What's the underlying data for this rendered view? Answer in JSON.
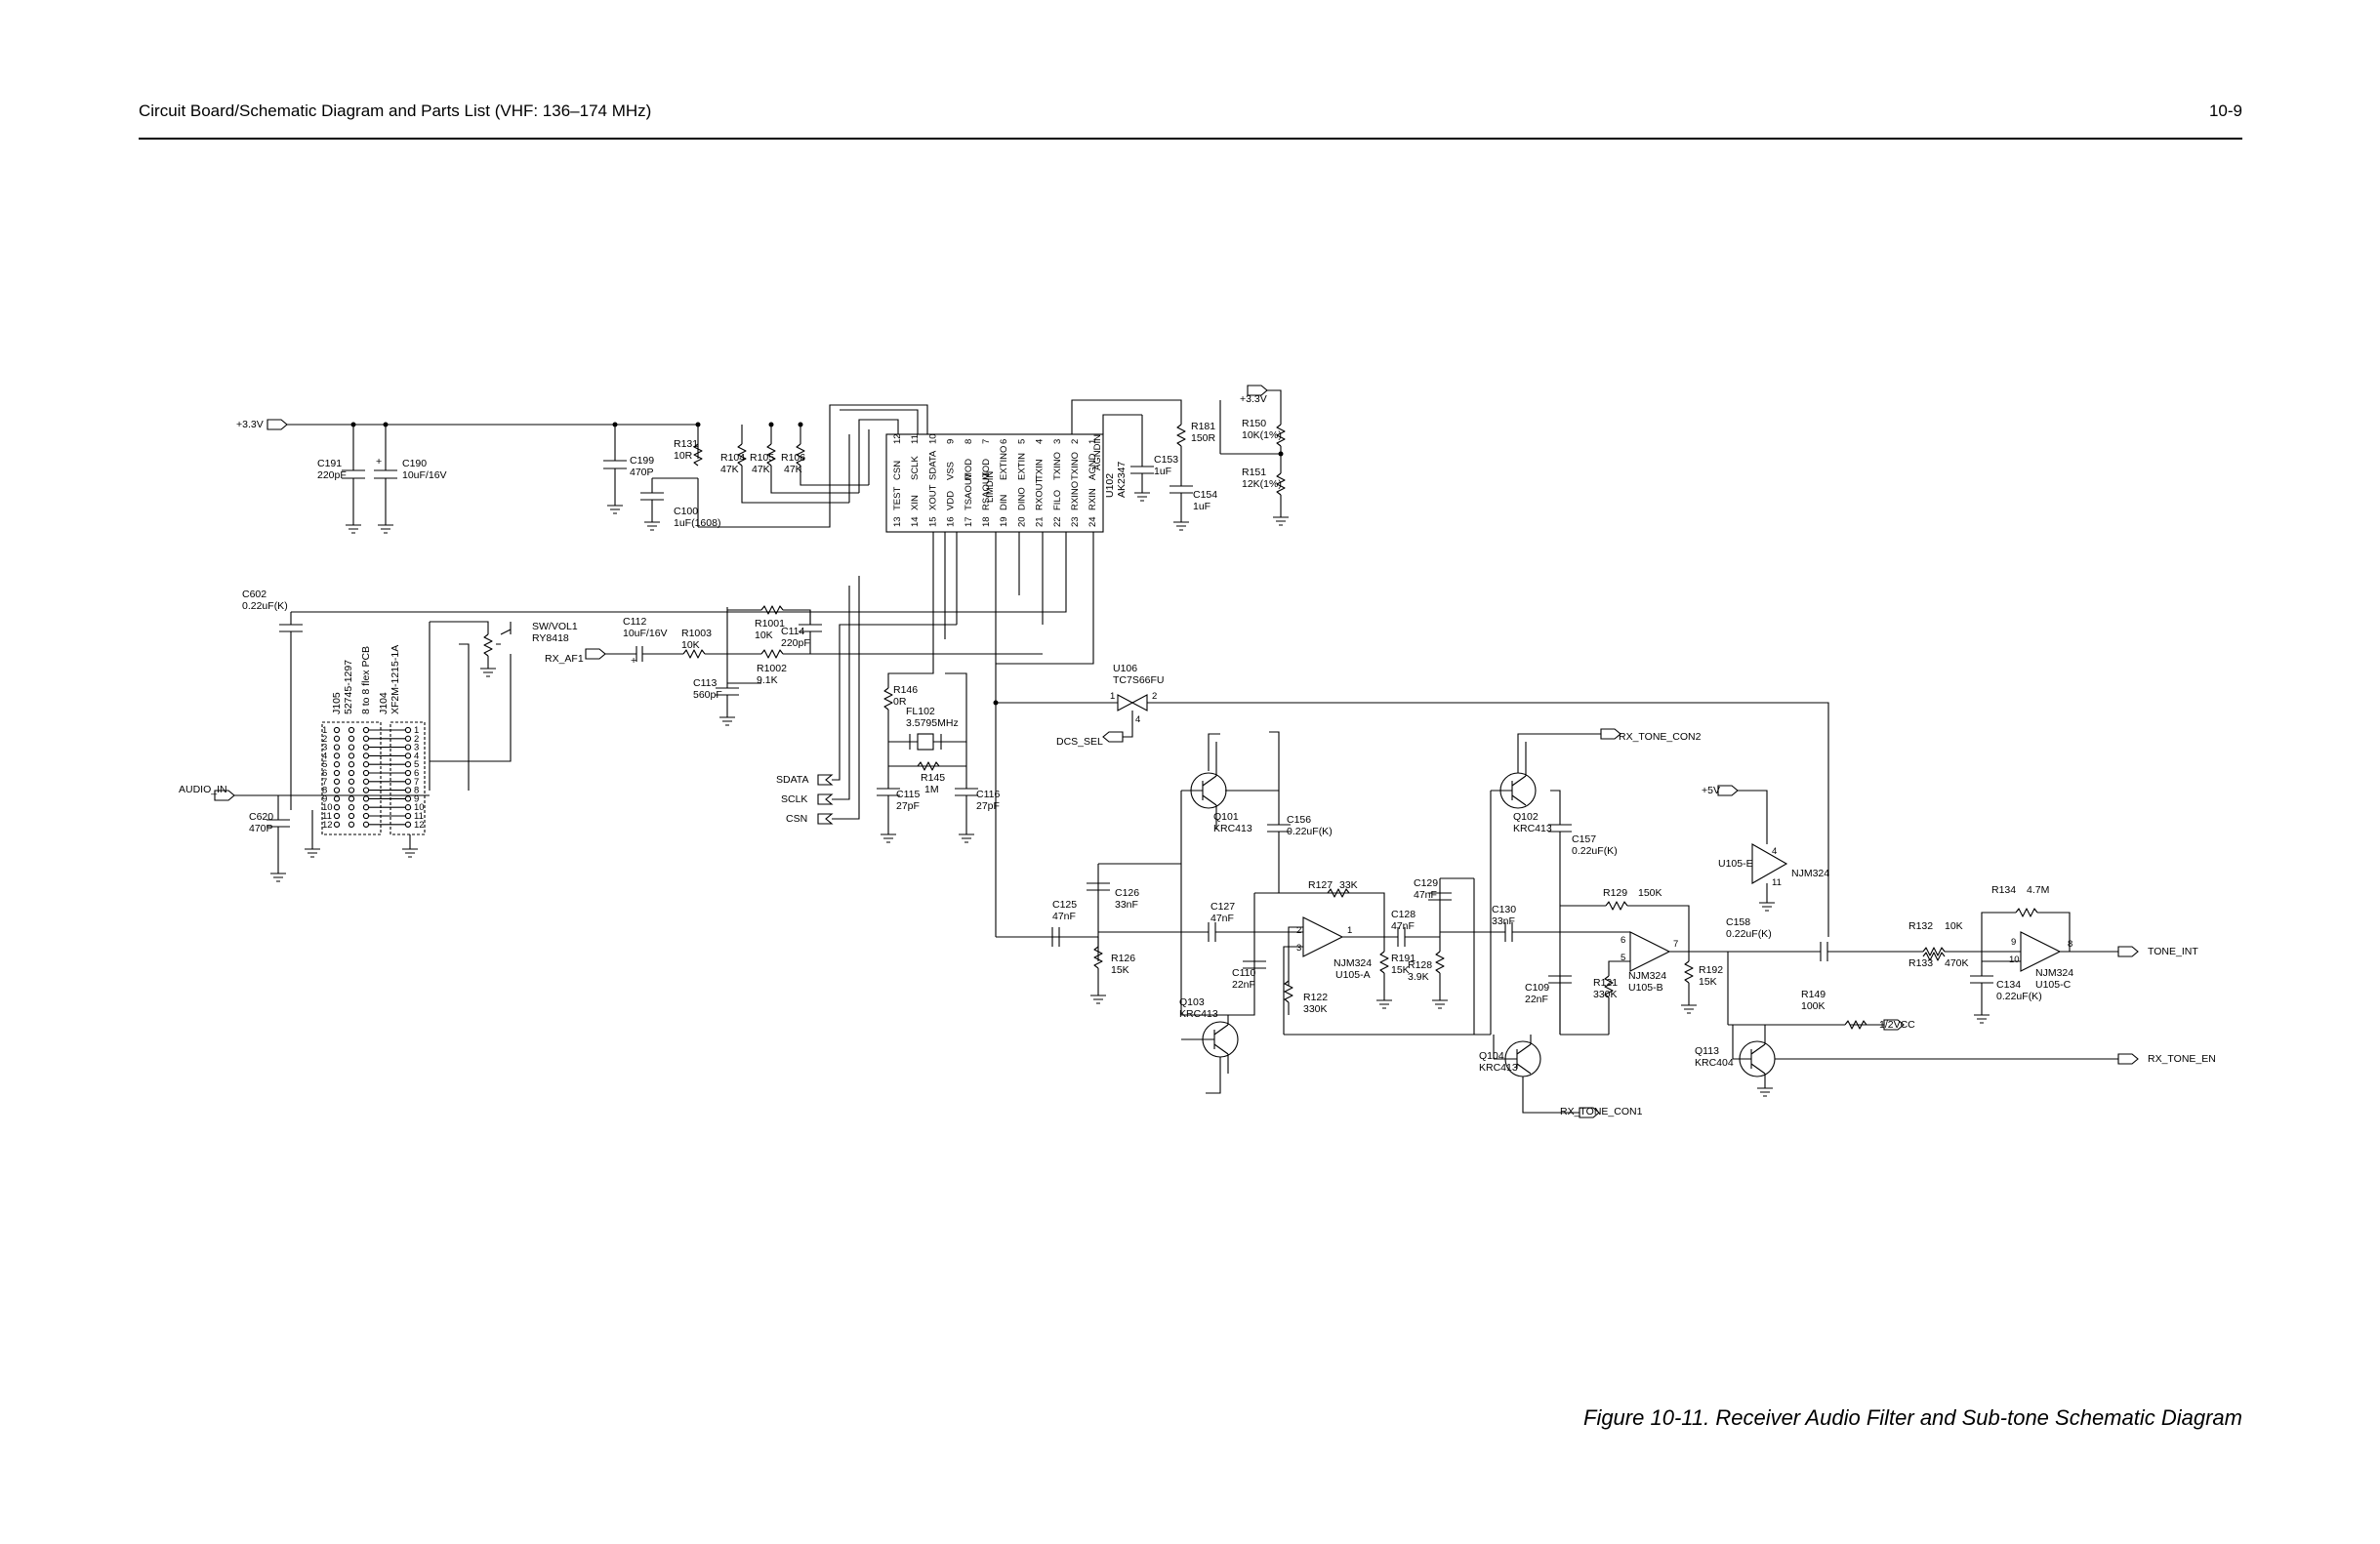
{
  "header": {
    "title": "Circuit Board/Schematic Diagram and Parts List (VHF: 136–174 MHz)",
    "page_number": "10-9"
  },
  "caption": "Figure 10-11. Receiver Audio Filter and Sub-tone Schematic Diagram",
  "ports": {
    "v33_main": "+3.3V",
    "v33_top": "+3.3V",
    "rx_af1": "RX_AF1",
    "audio_in": "AUDIO_IN",
    "sdata": "SDATA",
    "sclk": "SCLK",
    "csn": "CSN",
    "dcs_sel": "DCS_SEL",
    "rx_tone_con2": "RX_TONE_CON2",
    "rx_tone_con1": "RX_TONE_CON1",
    "plus5v": "+5V",
    "tone_int": "TONE_INT",
    "half_vcc": "1/2VCC",
    "rx_tone_en": "RX_TONE_EN"
  },
  "components": {
    "c191": {
      "ref": "C191",
      "value": "220pF"
    },
    "c190": {
      "ref": "C190",
      "value": "10uF/16V"
    },
    "c199": {
      "ref": "C199",
      "value": "470P"
    },
    "r131": {
      "ref": "R131",
      "value": "10R"
    },
    "r104": {
      "ref": "R104",
      "value": "47K"
    },
    "r105": {
      "ref": "R105",
      "value": "47K"
    },
    "r106": {
      "ref": "R106",
      "value": "47K"
    },
    "c100": {
      "ref": "C100",
      "value": "1uF(1608)"
    },
    "u102": {
      "ref": "U102",
      "value": "AK2347"
    },
    "r181": {
      "ref": "R181",
      "value": "150R"
    },
    "c153": {
      "ref": "C153",
      "value": "1uF"
    },
    "c154": {
      "ref": "C154",
      "value": "1uF"
    },
    "r150": {
      "ref": "R150",
      "value": "10K(1%)"
    },
    "r151": {
      "ref": "R151",
      "value": "12K(1%)"
    },
    "c602": {
      "ref": "C602",
      "value": "0.22uF(K)"
    },
    "sw_vol1": {
      "ref": "SW/VOL1",
      "value": "RY8418"
    },
    "c112": {
      "ref": "C112",
      "value": "10uF/16V"
    },
    "r1003": {
      "ref": "R1003",
      "value": "10K"
    },
    "r1001": {
      "ref": "R1001",
      "value": "10K"
    },
    "c114": {
      "ref": "C114",
      "value": "220pF"
    },
    "r1002": {
      "ref": "R1002",
      "value": "9.1K"
    },
    "c113": {
      "ref": "C113",
      "value": "560pF"
    },
    "j105": {
      "ref": "J105",
      "value": "52745-1297"
    },
    "j104": {
      "ref": "J104",
      "value": "XF2M-1215-1A"
    },
    "j_note": "8 to 8 flex PCB",
    "c620": {
      "ref": "C620",
      "value": "470P"
    },
    "r146": {
      "ref": "R146",
      "value": "0R"
    },
    "fl102": {
      "ref": "FL102",
      "value": "3.5795MHz"
    },
    "r145": {
      "ref": "R145",
      "value": "1M"
    },
    "c115": {
      "ref": "C115",
      "value": "27pF"
    },
    "c116": {
      "ref": "C116",
      "value": "27pF"
    },
    "u106": {
      "ref": "U106",
      "value": "TC7S66FU"
    },
    "q101": {
      "ref": "Q101",
      "value": "KRC413"
    },
    "q102": {
      "ref": "Q102",
      "value": "KRC413"
    },
    "q103": {
      "ref": "Q103",
      "value": "KRC413"
    },
    "q104": {
      "ref": "Q104",
      "value": "KRC413"
    },
    "q113": {
      "ref": "Q113",
      "value": "KRC404"
    },
    "c156": {
      "ref": "C156",
      "value": "0.22uF(K)"
    },
    "c157": {
      "ref": "C157",
      "value": "0.22uF(K)"
    },
    "c125": {
      "ref": "C125",
      "value": "47nF"
    },
    "c126": {
      "ref": "C126",
      "value": "33nF"
    },
    "r126": {
      "ref": "R126",
      "value": "15K"
    },
    "c127": {
      "ref": "C127",
      "value": "47nF"
    },
    "c110": {
      "ref": "C110",
      "value": "22nF"
    },
    "r127": {
      "ref": "R127",
      "value": "33K"
    },
    "r122": {
      "ref": "R122",
      "value": "330K"
    },
    "u105a": {
      "ref": "U105-A",
      "value": "NJM324"
    },
    "r191": {
      "ref": "R191",
      "value": "15K"
    },
    "c129": {
      "ref": "C129",
      "value": "47nF"
    },
    "c128": {
      "ref": "C128",
      "value": "47nF"
    },
    "r128": {
      "ref": "R128",
      "value": "3.9K"
    },
    "c130": {
      "ref": "C130",
      "value": "33nF"
    },
    "c109": {
      "ref": "C109",
      "value": "22nF"
    },
    "r129": {
      "ref": "R129",
      "value": "150K"
    },
    "r121": {
      "ref": "R121",
      "value": "330K"
    },
    "u105b": {
      "ref": "U105-B",
      "value": "NJM324"
    },
    "r192": {
      "ref": "R192",
      "value": "15K"
    },
    "u105e": {
      "ref": "U105-E",
      "value": "NJM324"
    },
    "c158": {
      "ref": "C158",
      "value": "0.22uF(K)"
    },
    "r149": {
      "ref": "R149",
      "value": "100K"
    },
    "r132": {
      "ref": "R132",
      "value": "10K"
    },
    "r133": {
      "ref": "R133",
      "value": "470K"
    },
    "r134": {
      "ref": "R134",
      "value": "4.7M"
    },
    "c134": {
      "ref": "C134",
      "value": "0.22uF(K)"
    },
    "u105c": {
      "ref": "U105-C",
      "value": "NJM324"
    }
  },
  "ic_u102": {
    "top_pins": [
      {
        "num": "12",
        "name": "CSN"
      },
      {
        "num": "11",
        "name": "SCLK"
      },
      {
        "num": "10",
        "name": "SDATA"
      },
      {
        "num": "9",
        "name": "VSS"
      },
      {
        "num": "8",
        "name": "MOD"
      },
      {
        "num": "7",
        "name": "MOD"
      },
      {
        "num": "6",
        "name": "EXTINO"
      },
      {
        "num": "5",
        "name": "EXTIN"
      },
      {
        "num": "4",
        "name": "TXIN"
      },
      {
        "num": "3",
        "name": "TXINO"
      },
      {
        "num": "2",
        "name": "TXINO"
      },
      {
        "num": "1",
        "name": "AGND"
      }
    ],
    "bottom_pins": [
      {
        "num": "13",
        "name": "TEST"
      },
      {
        "num": "14",
        "name": "XIN"
      },
      {
        "num": "15",
        "name": "XOUT"
      },
      {
        "num": "16",
        "name": "VDD"
      },
      {
        "num": "17",
        "name": "TSAOUT"
      },
      {
        "num": "18",
        "name": "RSAOUT"
      },
      {
        "num": "19",
        "name": "DIN"
      },
      {
        "num": "20",
        "name": "DINO"
      },
      {
        "num": "21",
        "name": "RXOUT"
      },
      {
        "num": "22",
        "name": "FILO"
      },
      {
        "num": "23",
        "name": "RXINO"
      },
      {
        "num": "24",
        "name": "RXIN"
      }
    ],
    "extra_labels": [
      "AGNDIN",
      "LIMDIN"
    ]
  },
  "opamp_pins": {
    "a_in_neg": "2",
    "a_in_pos": "3",
    "a_out": "1",
    "b_in_pos": "6",
    "b_in_neg": "5",
    "b_out": "7",
    "e_v_pos": "4",
    "e_v_neg": "11",
    "c_in_a": "9",
    "c_in_b": "10",
    "c_out": "8",
    "u106_in": "1",
    "u106_out": "2",
    "u106_ctl": "4"
  },
  "connector_pins": [
    "1",
    "2",
    "3",
    "4",
    "5",
    "6",
    "7",
    "8",
    "9",
    "10",
    "11",
    "12"
  ]
}
